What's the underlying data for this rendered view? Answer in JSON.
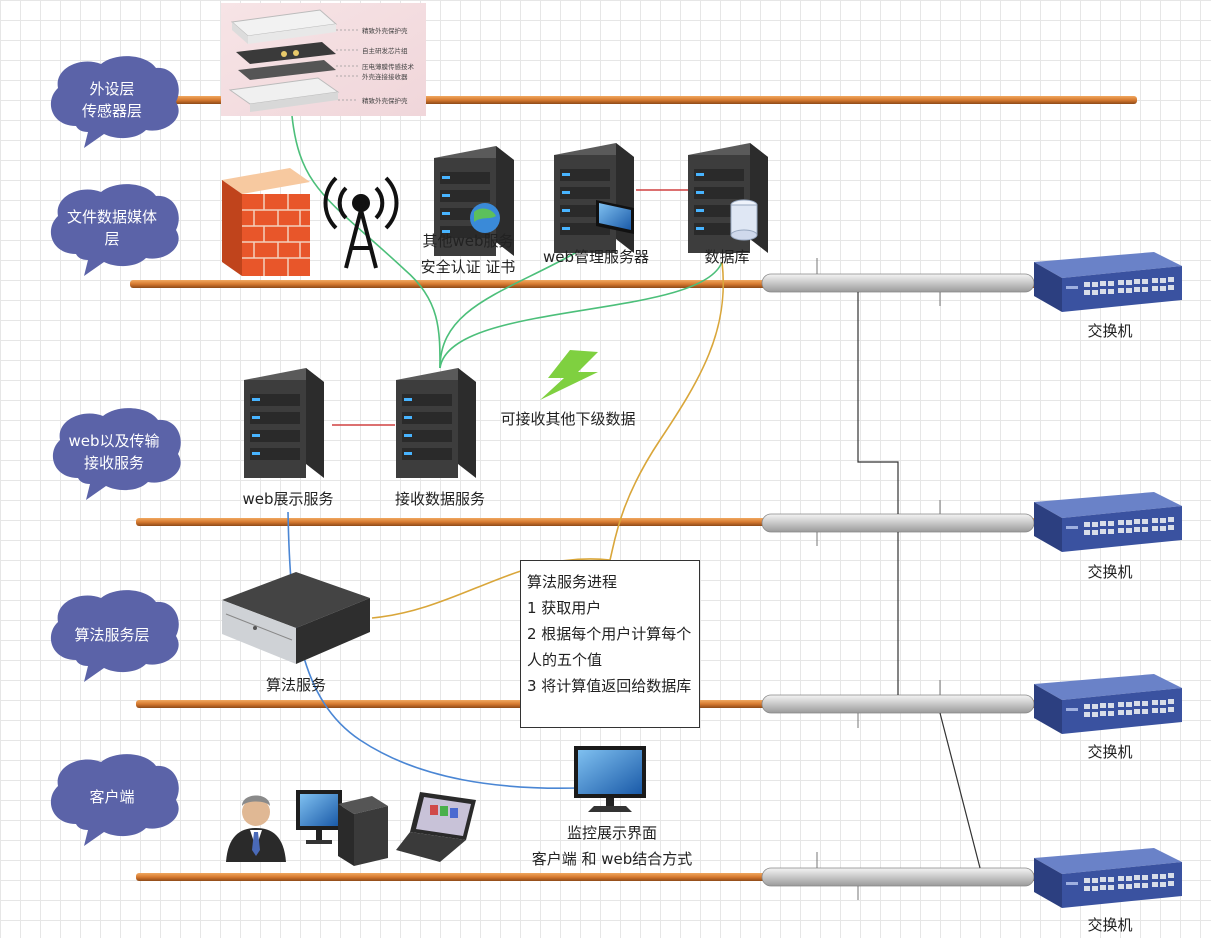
{
  "layers": {
    "peripheral": [
      "外设层",
      "传感器层"
    ],
    "file_media": [
      "文件数据媒体",
      "层"
    ],
    "web_transport": [
      "web以及传输",
      "接收服务"
    ],
    "algorithm": [
      "算法服务层"
    ],
    "client": [
      "客户端"
    ]
  },
  "sensor_callouts": [
    "精致外壳保护壳",
    "自主研发芯片组",
    "压电薄膜传感技术",
    "外壳连接接收器",
    "精致外壳保护壳"
  ],
  "labels": {
    "other_web_line1": "其他web服务",
    "other_web_line2": "安全认证 证书",
    "web_admin": "web管理服务器",
    "database": "数据库",
    "switch": "交换机",
    "receive_other": "可接收其他下级数据",
    "web_display": "web展示服务",
    "receive_data": "接收数据服务",
    "algorithm_service": "算法服务",
    "monitor_line1": "监控展示界面",
    "monitor_line2": "客户端 和 web结合方式"
  },
  "algorithm_note": {
    "title": "算法服务进程",
    "lines": [
      "1 获取用户",
      "2 根据每个用户计算每个人的五个值",
      "3 将计算值返回给数据库"
    ]
  },
  "colors": {
    "bus": "#d9803a",
    "bubble": "#5b63a8",
    "green_link": "#4cbf7a",
    "gold_link": "#d9a63a",
    "blue_link": "#4a86d4",
    "red_link": "#d04040",
    "switch_blue": "#3a52a0"
  }
}
